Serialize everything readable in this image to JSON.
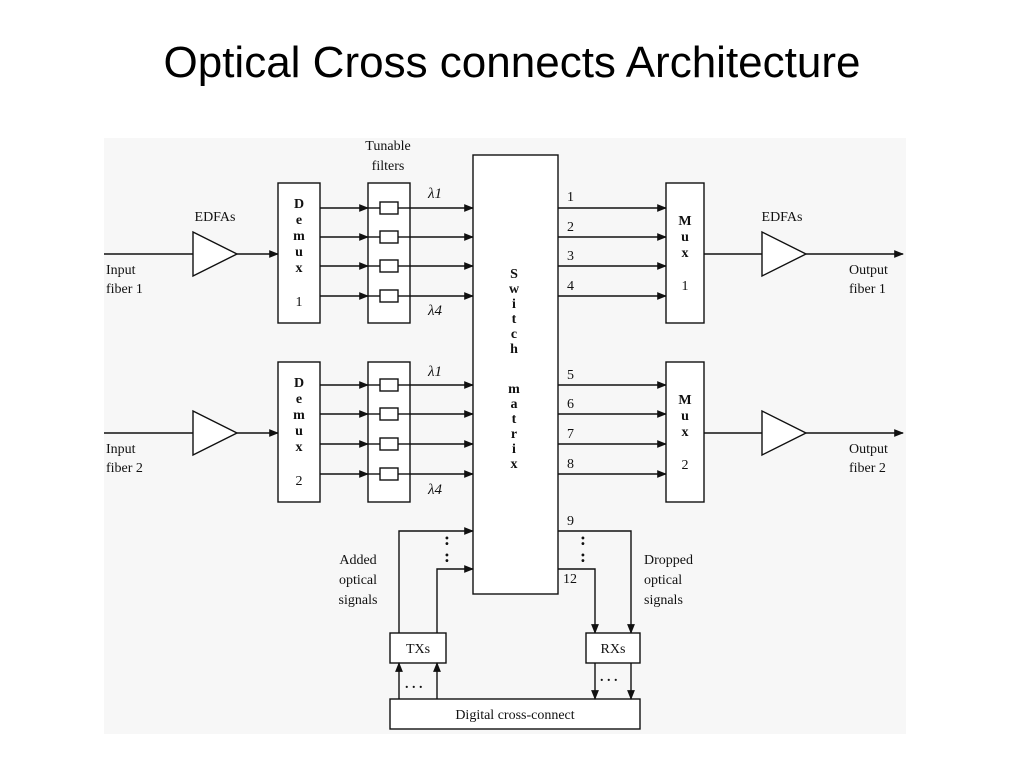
{
  "slide": {
    "title": "Optical Cross connects Architecture"
  },
  "labels": {
    "tunable_filters_line1": "Tunable",
    "tunable_filters_line2": "filters",
    "edfas_left": "EDFAs",
    "edfas_right": "EDFAs",
    "input1_line1": "Input",
    "input1_line2": "fiber 1",
    "input2_line1": "Input",
    "input2_line2": "fiber 2",
    "output1_line1": "Output",
    "output1_line2": "fiber 1",
    "output2_line1": "Output",
    "output2_line2": "fiber 2",
    "demux_letters": [
      "D",
      "e",
      "m",
      "u",
      "x"
    ],
    "demux1_num": "1",
    "demux2_num": "2",
    "mux_letters": [
      "M",
      "u",
      "x"
    ],
    "mux1_num": "1",
    "mux2_num": "2",
    "switch_letters": [
      "S",
      "w",
      "i",
      "t",
      "c",
      "h"
    ],
    "matrix_letters": [
      "m",
      "a",
      "t",
      "r",
      "i",
      "x"
    ],
    "lambda1": "λ1",
    "lambda4": "λ4",
    "ports": [
      "1",
      "2",
      "3",
      "4",
      "5",
      "6",
      "7",
      "8",
      "9",
      "12"
    ],
    "added_line1": "Added",
    "added_line2": "optical",
    "added_line3": "signals",
    "dropped_line1": "Dropped",
    "dropped_line2": "optical",
    "dropped_line3": "signals",
    "txs": "TXs",
    "rxs": "RXs",
    "digital_cross_connect": "Digital cross-connect",
    "dots_vertical": ":",
    "dots_horizontal": ". . ."
  }
}
